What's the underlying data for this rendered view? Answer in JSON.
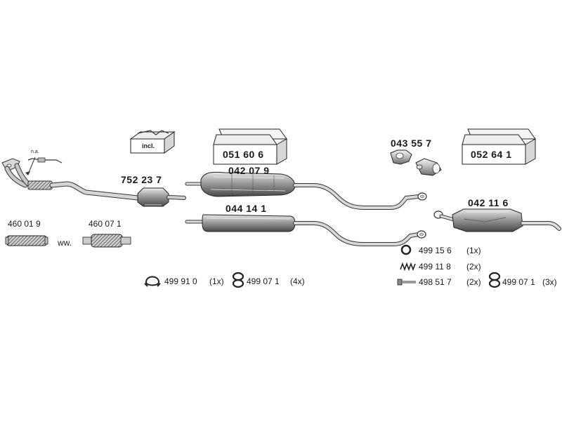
{
  "front_pipe": {
    "na_note": "n.a.",
    "part_number": "752 23 7"
  },
  "kits": {
    "incl_label": "incl.",
    "kit_1": "051 60 6",
    "kit_2": "052 64 1"
  },
  "middle_silencer_1": {
    "part_number": "042 07 9"
  },
  "middle_silencer_2": {
    "part_number": "044 14 1"
  },
  "connector": {
    "part_number": "043 55 7"
  },
  "rear_silencer": {
    "part_number": "042 11 6"
  },
  "flex_pipes": {
    "part_1": "460 01 9",
    "part_2": "460 07 1",
    "ww_label": "ww."
  },
  "fittings": [
    {
      "icon": "gasket-icon",
      "part_number": "499 91 0",
      "qty": "(1x)"
    },
    {
      "icon": "rubber-hanger-icon",
      "part_number": "499 07 1",
      "qty": "(4x)"
    },
    {
      "icon": "ring-icon",
      "part_number": "499 15 6",
      "qty": "(1x)"
    },
    {
      "icon": "spring-icon",
      "part_number": "499 11 8",
      "qty": "(2x)"
    },
    {
      "icon": "bolt-icon",
      "part_number": "498 51 7",
      "qty": "(2x)"
    },
    {
      "icon": "rubber-hanger-icon",
      "part_number": "499 07 1",
      "qty": "(3x)"
    }
  ]
}
